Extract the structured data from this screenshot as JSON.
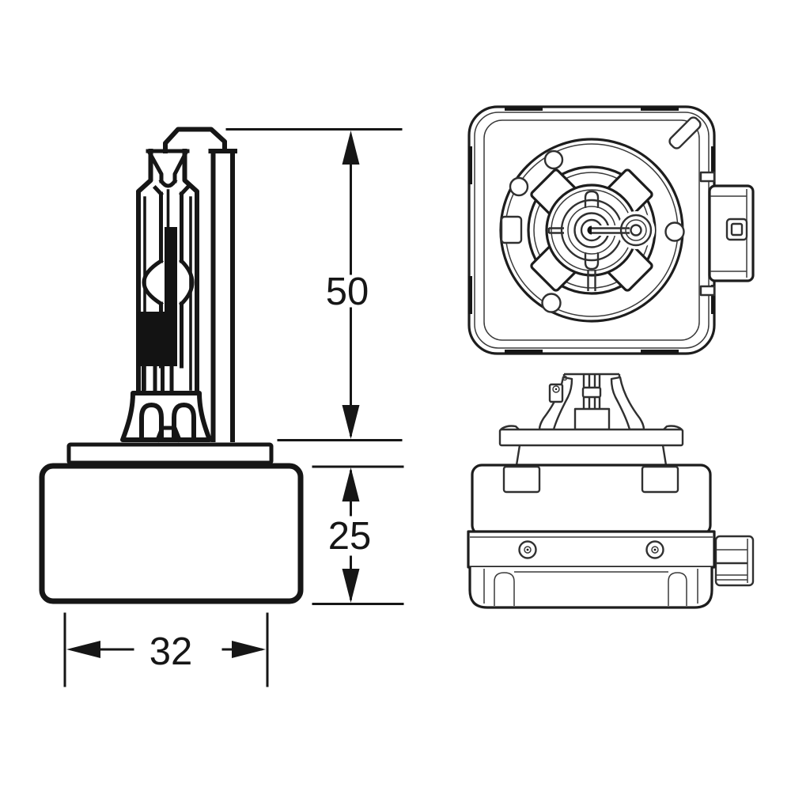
{
  "drawing": {
    "dimensions": {
      "tube_length": {
        "value": "50"
      },
      "base_height": {
        "value": "25"
      },
      "base_width": {
        "value": "32"
      }
    },
    "colors": {
      "heavy_line": "#161616",
      "light_line": "#3a3a3a",
      "solid_fill": "#131313",
      "background": "#ffffff"
    }
  }
}
